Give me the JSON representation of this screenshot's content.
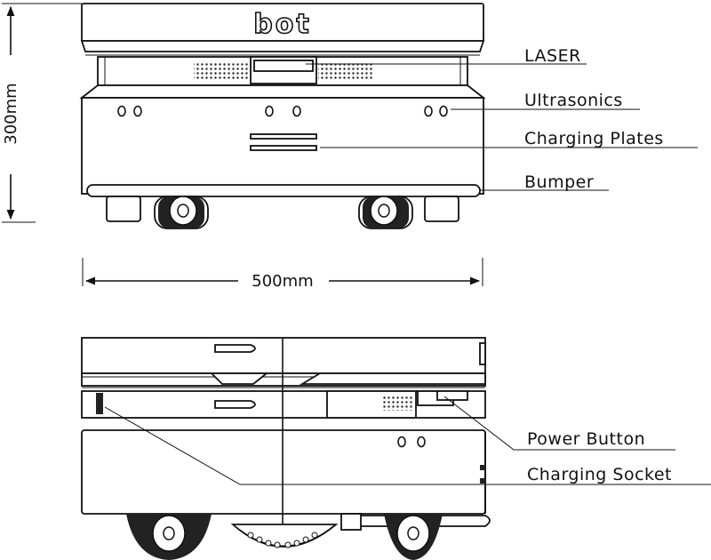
{
  "logo": {
    "text": "bot"
  },
  "dimensions": {
    "height": "300mm",
    "width": "500mm"
  },
  "labels": {
    "laser": "LASER",
    "ultrasonics": "Ultrasonics",
    "charging_plates": "Charging Plates",
    "bumper": "Bumper",
    "power_button": "Power Button",
    "charging_socket": "Charging Socket"
  }
}
